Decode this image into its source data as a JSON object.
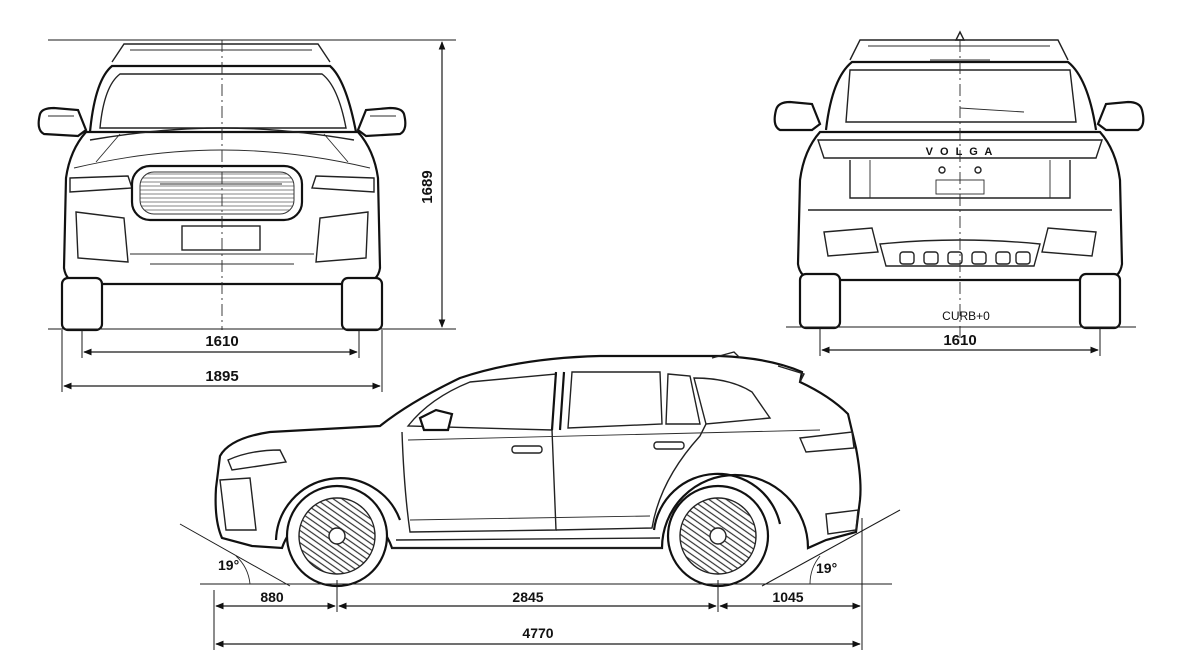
{
  "front_view": {
    "height": "1689",
    "track": "1610",
    "width": "1895"
  },
  "rear_view": {
    "ground_label": "CURB+0",
    "track": "1610",
    "badge": "V O L G A"
  },
  "side_view": {
    "approach_angle": "19°",
    "departure_angle": "19°",
    "front_overhang": "880",
    "wheelbase": "2845",
    "rear_overhang": "1045",
    "length": "4770"
  }
}
